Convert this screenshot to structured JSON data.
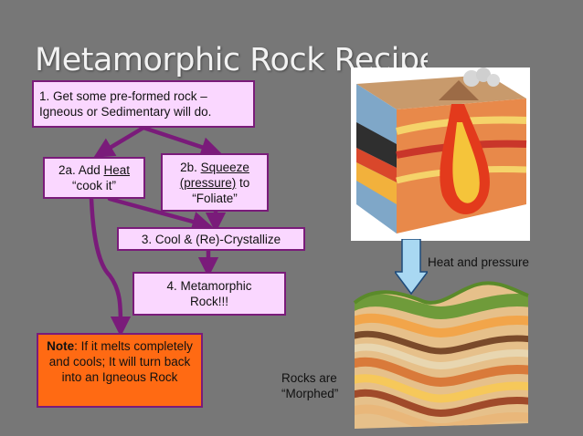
{
  "title": "Metamorphic Rock Recipe",
  "steps": {
    "step1": "1.  Get some pre-formed rock – Igneous or Sedimentary will do.",
    "step2a": {
      "prefix": "2a.  Add ",
      "heat": "Heat",
      "line2": "“cook it”"
    },
    "step2b": {
      "prefix": "2b.  ",
      "squeeze": "Squeeze",
      "pressure": "(pressure)",
      "to": " to",
      "line3": "“Foliate”"
    },
    "step3": "3.  Cool & (Re)-Crystallize",
    "step4": {
      "line1": "4.  Metamorphic",
      "line2": "Rock!!!"
    }
  },
  "note": {
    "bold": "Note",
    "rest": ": If it melts completely and cools; It will turn back into an Igneous Rock"
  },
  "labels": {
    "heat_pressure": "Heat and pressure",
    "rocks_are": "Rocks are",
    "morphed": "“Morphed”"
  },
  "colors": {
    "background": "#777777",
    "box_fill": "#fad7ff",
    "arrow": "#7a1b7a",
    "note_fill": "#ff6a13",
    "illus_arrow": "#a9d8f2"
  }
}
